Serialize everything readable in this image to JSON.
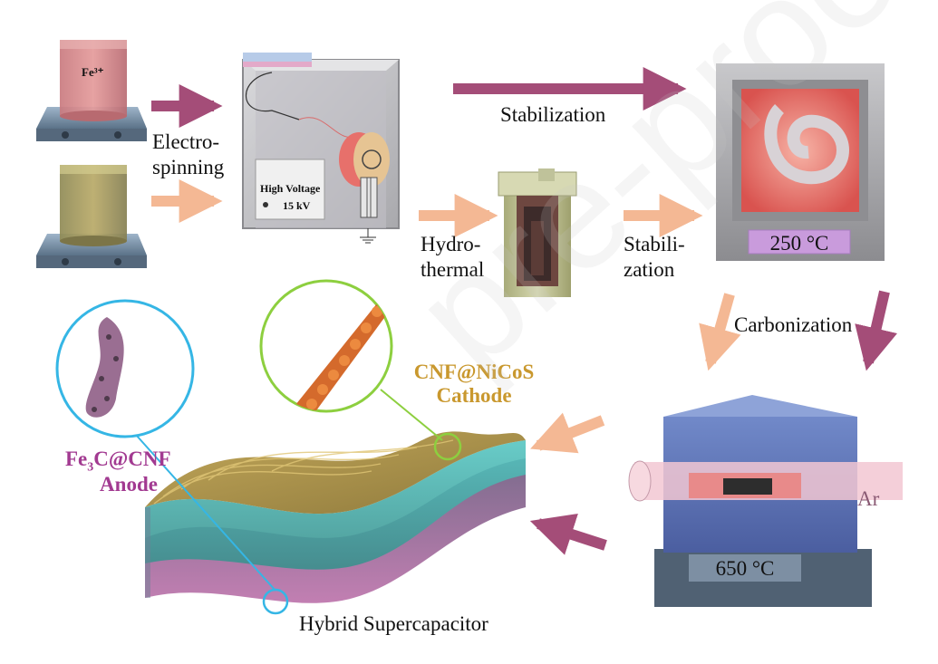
{
  "labels": {
    "fe3plus": "Fe³⁺",
    "electrospinning_1": "Electro-",
    "electrospinning_2": "spinning",
    "high_voltage": "High Voltage",
    "kv": "15 kV",
    "stabilization_top": "Stabilization",
    "hydro_1": "Hydro-",
    "hydro_2": "thermal",
    "stabili_1": "Stabili-",
    "stabili_2": "zation",
    "furnace_temp": "250 °C",
    "carbonization": "Carbonization",
    "tube_temp": "650 °C",
    "argon": "Ar",
    "cathode_1": "CNF@NiCoS",
    "cathode_2": "Cathode",
    "anode_1_pre": "Fe",
    "anode_1_sub": "3",
    "anode_1_post": "C@CNF",
    "anode_2": "Anode",
    "device": "Hybrid Supercapacitor",
    "watermark": "pre-proofs"
  },
  "colors": {
    "arrow_purple": "#a44d78",
    "arrow_peach": "#f4b894",
    "cathode_text": "#c9982e",
    "anode_text": "#a23a91",
    "lens_blue": "#35b6e5",
    "lens_green": "#8dcf3f",
    "temp_label_bg": "#c99bdc"
  }
}
